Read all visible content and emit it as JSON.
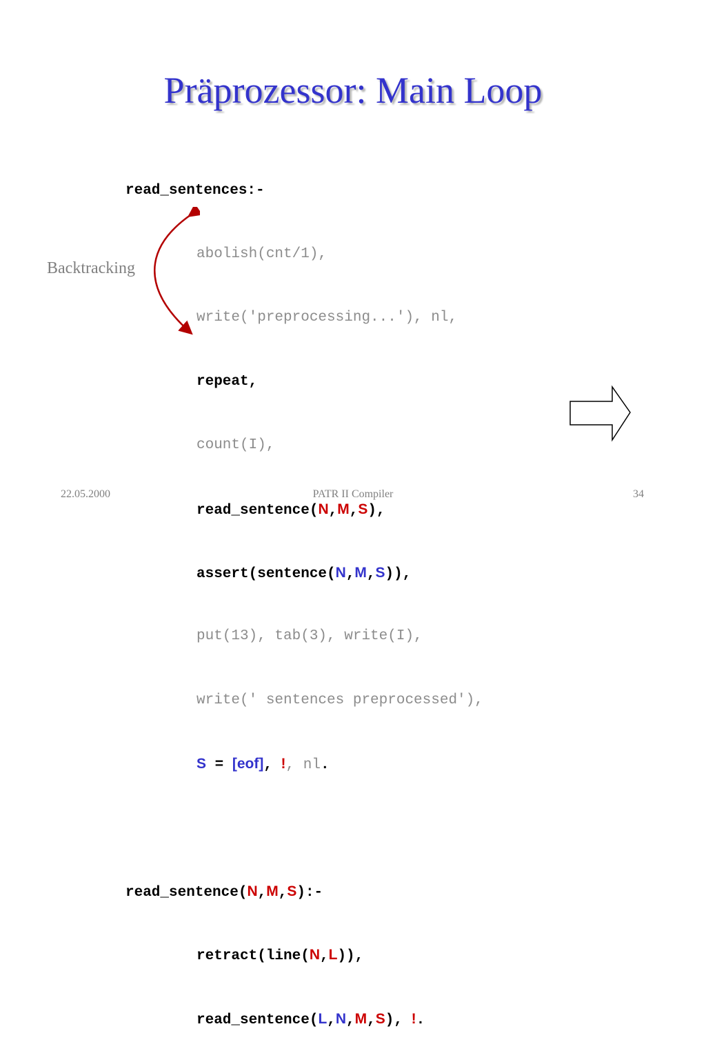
{
  "slide": {
    "title": "Präprozessor: Main Loop",
    "annotation": "Backtracking"
  },
  "code": {
    "l1": "read_sentences:-",
    "l2": "abolish(cnt/1),",
    "l3": "write('preprocessing...'), nl,",
    "l4": "repeat,",
    "l5": "count(I),",
    "l6": {
      "a": "read_sentence(",
      "N": "N",
      "c1": ",",
      "M": "M",
      "c2": ",",
      "S": "S",
      "e": "),"
    },
    "l7": {
      "a": "assert(sentence(",
      "N": "N",
      "c1": ",",
      "M": "M",
      "c2": ",",
      "S": "S",
      "e": ")),"
    },
    "l8": "put(13), tab(3), write(I),",
    "l9": "write(' sentences preprocessed'),",
    "l10": {
      "S": "S",
      "eq": " = ",
      "eof": "[eof]",
      "c": ", ",
      "cut": "!",
      "nl": ", nl",
      "dot": "."
    },
    "l11": {
      "a": "read_sentence(",
      "N": "N",
      "c1": ",",
      "M": "M",
      "c2": ",",
      "S": "S",
      "e": "):-"
    },
    "l12": {
      "a": "retract(line(",
      "N": "N",
      "c": ",",
      "L": "L",
      "e": ")),"
    },
    "l13": {
      "a": "read_sentence(",
      "L": "L",
      "c1": ",",
      "N": "N",
      "c2": ",",
      "M": "M",
      "c3": ",",
      "S": "S",
      "e": "), ",
      "cut": "!",
      "dot": "."
    }
  },
  "footer": {
    "date": "22.05.2000",
    "center": "PATR II Compiler",
    "page": "34"
  },
  "colors": {
    "title": "#3333cc",
    "variable_blue": "#3333cc",
    "variable_red": "#cc0000",
    "comment_gray": "#8c8c8c",
    "arc": "#b30000"
  }
}
